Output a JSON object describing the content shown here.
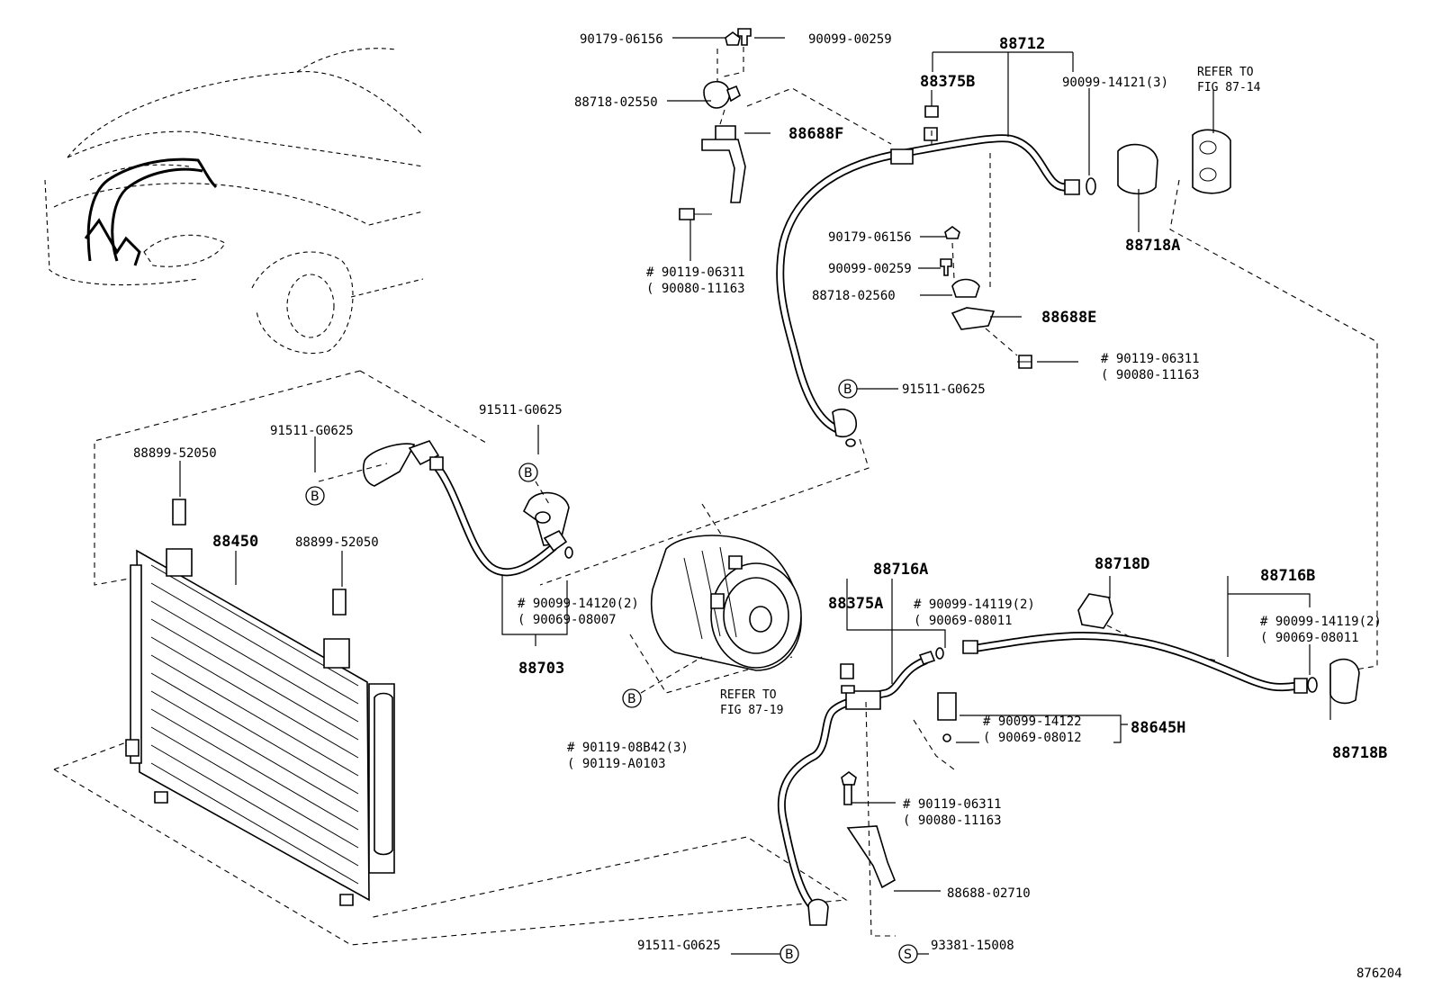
{
  "figure_id": "876204",
  "refer_fig_87_14": [
    "REFER TO",
    "FIG 87-14"
  ],
  "refer_fig_87_19": [
    "REFER TO",
    "FIG 87-19"
  ],
  "circle_B": "B",
  "circle_S": "S",
  "labels": {
    "p90179_06156_top": "90179-06156",
    "p90099_00259_top": "90099-00259",
    "p88718_02550": "88718-02550",
    "p88688F": "88688F",
    "p90119_06311_a1": "# 90119-06311",
    "p90080_11163_a2": "( 90080-11163",
    "p88712": "88712",
    "p88375B": "88375B",
    "p90099_14121": "90099-14121(3)",
    "p88718A": "88718A",
    "p90179_06156_mid": "90179-06156",
    "p90099_00259_mid": "90099-00259",
    "p88718_02560": "88718-02560",
    "p88688E": "88688E",
    "p90119_06311_b1": "# 90119-06311",
    "p90080_11163_b2": "( 90080-11163",
    "p91511_G0625_right": "91511-G0625",
    "p91511_G0625_hose": "91511-G0625",
    "p91511_G0625_left": "91511-G0625",
    "p88899_52050_a": "88899-52050",
    "p88899_52050_b": "88899-52050",
    "p88450": "88450",
    "p90099_14120_1": "# 90099-14120(2)",
    "p90069_08007_2": "( 90069-08007",
    "p88703": "88703",
    "p90119_08B42_1": "# 90119-08B42(3)",
    "p90119_A0103_2": "( 90119-A0103",
    "p88716A": "88716A",
    "p88375A": "88375A",
    "p90099_14119_a1": "# 90099-14119(2)",
    "p90069_08011_a2": "( 90069-08011",
    "p88718D": "88718D",
    "p88716B": "88716B",
    "p90099_14119_b1": "# 90099-14119(2)",
    "p90069_08011_b2": "( 90069-08011",
    "p88718B": "88718B",
    "p90099_14122_1": "# 90099-14122",
    "p90069_08012_2": "( 90069-08012",
    "p88645H": "88645H",
    "p90119_06311_c1": "# 90119-06311",
    "p90080_11163_c2": "( 90080-11163",
    "p88688_02710": "88688-02710",
    "p91511_G0625_bottom": "91511-G0625",
    "p93381_15008": "93381-15008"
  }
}
